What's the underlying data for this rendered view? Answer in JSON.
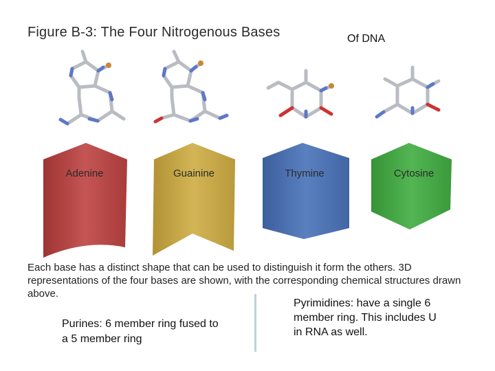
{
  "figure": {
    "title": "Figure B-3: The Four Nitrogenous Bases",
    "subtitle": "Of DNA",
    "bases": [
      "Adenine",
      "Guainine",
      "Thymine",
      "Cytosine"
    ],
    "base_colors": [
      "#b84746",
      "#c7a946",
      "#4a71b2",
      "#45a746"
    ],
    "caption": "Each base has a distinct shape that can be used to distinguish it form the others. 3D representations of the four bases are shown, with the corresponding chemical structures drawn above."
  },
  "notes": {
    "purines": "Purines: 6 member ring fused to a 5 member ring",
    "pyrimidines": "Pyrimidines: have a single 6 member ring. This includes U in RNA as well."
  }
}
